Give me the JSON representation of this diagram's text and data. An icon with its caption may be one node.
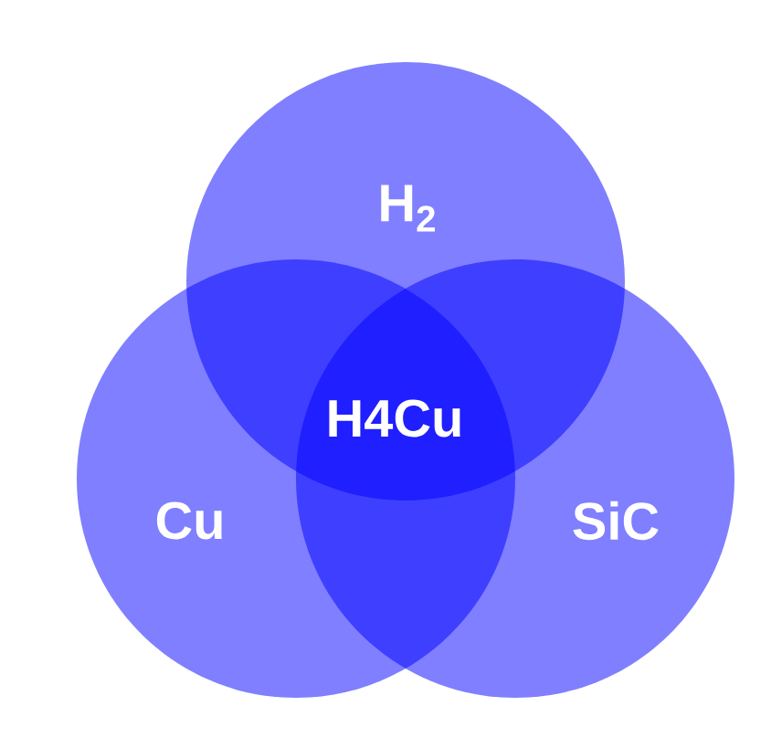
{
  "diagram": {
    "nodes": [
      {
        "text": [
          "H$_{2}$"
        ]
      },
      {
        "text": [
          "Cu"
        ]
      },
      {
        "text": [
          "SiC"
        ]
      }
    ],
    "labels": [
      "H4Cu"
    ]
  }
}
